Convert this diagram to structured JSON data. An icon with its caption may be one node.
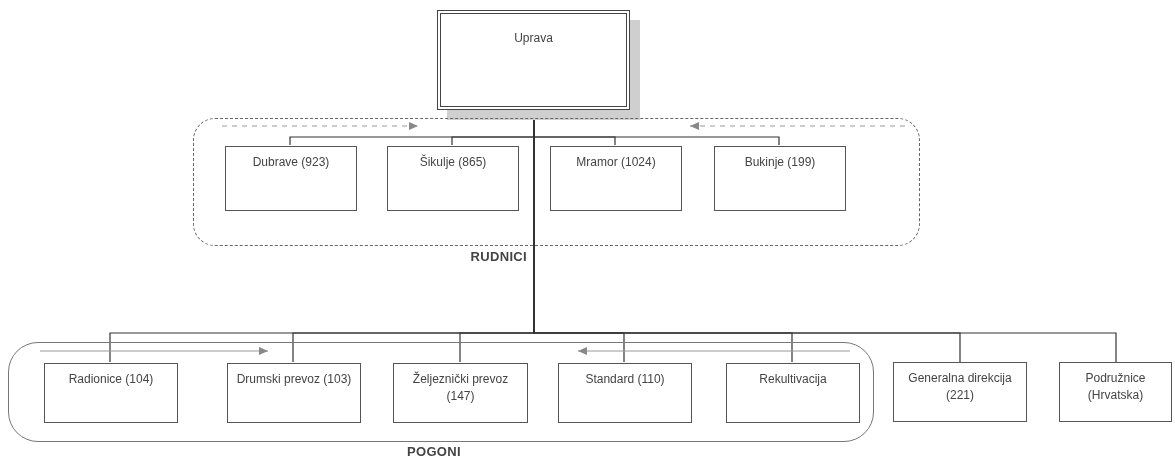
{
  "diagram": {
    "nodes": [
      {
        "text": [
          "Uprava"
        ]
      },
      {
        "text": [
          "RUDNICI"
        ]
      },
      {
        "text": [
          "Dubrave (923)"
        ],
        "in": 1
      },
      {
        "text": [
          "Šikulje (865)"
        ],
        "in": 1
      },
      {
        "text": [
          "Mramor (1024)"
        ],
        "in": 1
      },
      {
        "text": [
          "Bukinje (199)"
        ],
        "in": 1
      },
      {
        "text": [
          "POGONI"
        ]
      },
      {
        "text": [
          "Radionice (104)"
        ],
        "in": 6
      },
      {
        "text": [
          "Drumski prevoz (103)"
        ],
        "in": 6
      },
      {
        "text": [
          "Željeznički prevoz (147)"
        ],
        "in": 6
      },
      {
        "text": [
          "Standard (110)"
        ],
        "in": 6
      },
      {
        "text": [
          "Rekultivacija"
        ],
        "in": 6
      },
      {
        "text": [
          "Generalna direkcija (221)"
        ]
      },
      {
        "text": [
          "Podružnice (Hrvatska)"
        ]
      }
    ],
    "edges": [
      {
        "from": 0,
        "to": 2,
        "arrow": "none"
      },
      {
        "from": 0,
        "to": 3,
        "arrow": "none"
      },
      {
        "from": 0,
        "to": 4,
        "arrow": "none"
      },
      {
        "from": 0,
        "to": 5,
        "arrow": "none"
      },
      {
        "from": 0,
        "to": 7,
        "arrow": "none"
      },
      {
        "from": 0,
        "to": 8,
        "arrow": "none"
      },
      {
        "from": 0,
        "to": 9,
        "arrow": "none"
      },
      {
        "from": 0,
        "to": 10,
        "arrow": "none"
      },
      {
        "from": 0,
        "to": 11,
        "arrow": "none"
      },
      {
        "from": 0,
        "to": 12,
        "arrow": "none"
      },
      {
        "from": 0,
        "to": 13,
        "arrow": "none"
      }
    ]
  }
}
